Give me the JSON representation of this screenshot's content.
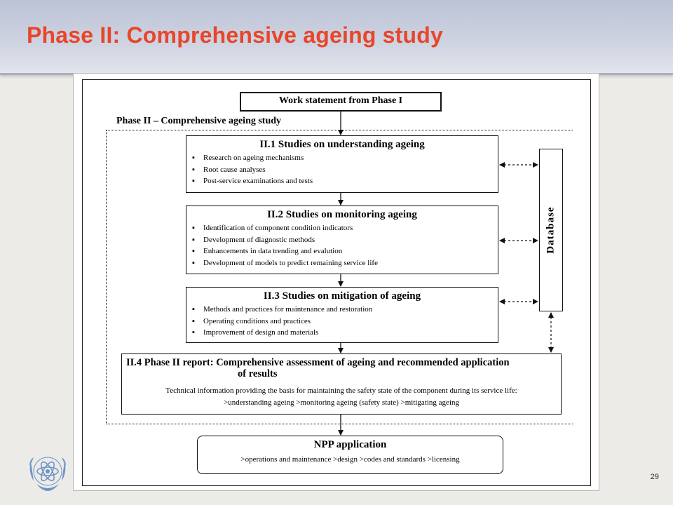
{
  "slide": {
    "title": "Phase II: Comprehensive ageing study",
    "page_number": "29"
  },
  "diagram": {
    "work_statement": "Work statement from Phase I",
    "phase_label": "Phase II – Comprehensive ageing study",
    "boxes": [
      {
        "title": "II.1 Studies on understanding ageing",
        "items": [
          "Research on ageing mechanisms",
          "Root cause analyses",
          "Post-service examinations and tests"
        ]
      },
      {
        "title": "II.2 Studies on monitoring ageing",
        "items": [
          "Identification of component condition indicators",
          "Development of diagnostic methods",
          "Enhancements in data trending and evalution",
          "Development of models to predict remaining service life"
        ]
      },
      {
        "title": "II.3 Studies on mitigation of ageing",
        "items": [
          "Methods and practices for maintenance and restoration",
          "Operating conditions and practices",
          "Improvement of design and materials"
        ]
      }
    ],
    "database": "Database",
    "report": {
      "title_line1": "II.4 Phase II report: Comprehensive assessment of ageing and recommended application",
      "title_line2": "of results",
      "text": "Technical information providing the basis for maintaining the safety state of the component during its service life:",
      "items": ">understanding ageing   >monitoring ageing (safety state)   >mitigating ageing"
    },
    "npp": {
      "title": "NPP application",
      "items": ">operations and maintenance   >design   >codes and standards   >licensing"
    }
  },
  "colors": {
    "title": "#e8462a",
    "header_band": "#c3c9da",
    "background": "#ecebe7"
  }
}
